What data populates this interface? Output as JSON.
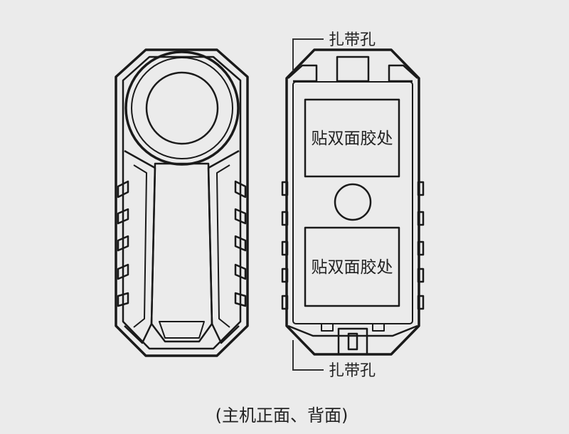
{
  "labels": {
    "strap_hole_top": "扎带孔",
    "strap_hole_bottom": "扎带孔",
    "adhesive_area_top": "贴双面胶处",
    "adhesive_area_bottom": "贴双面胶处"
  },
  "caption": "(主机正面、背面)",
  "colors": {
    "background": "#ebebeb",
    "stroke": "#1a1a1a",
    "text": "#222222"
  }
}
